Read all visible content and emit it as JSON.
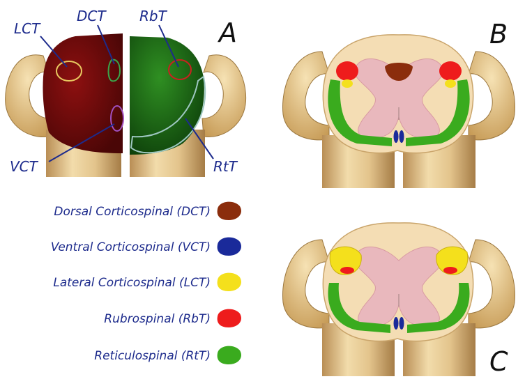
{
  "panels": {
    "a": "A",
    "b": "B",
    "c": "C"
  },
  "tract_labels": {
    "lct": "LCT",
    "dct": "DCT",
    "rbt": "RbT",
    "vct": "VCT",
    "rtt": "RtT"
  },
  "legend": [
    {
      "label": "Dorsal Corticospinal (DCT)",
      "color": "#8b2d0c"
    },
    {
      "label": "Ventral Corticospinal (VCT)",
      "color": "#1a2a9a"
    },
    {
      "label": "Lateral Corticospinal (LCT)",
      "color": "#f4e01c"
    },
    {
      "label": "Rubrospinal (RbT)",
      "color": "#ee1c1c"
    },
    {
      "label": "Reticulospinal (RtT)",
      "color": "#3aab1e"
    }
  ],
  "colors": {
    "label_text": "#1d2b8c",
    "leader_line": "#1d2b8c",
    "letter": "#111111",
    "white_matter": "#f4ddb4",
    "gray_matter": "#e9b8bd",
    "nerve_root": "#e6c483",
    "lct_stain": "#7a0a0a",
    "rtt_stain": "#1b6a14"
  }
}
